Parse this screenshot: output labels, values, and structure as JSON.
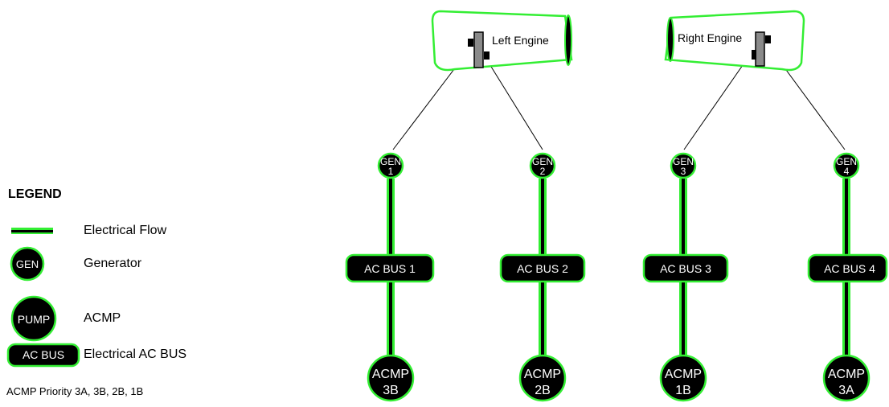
{
  "legend": {
    "title": "LEGEND",
    "flow_label": "Electrical Flow",
    "gen_symbol": "GEN",
    "gen_label": "Generator",
    "pump_symbol": "PUMP",
    "pump_label": "ACMP",
    "bus_symbol": "AC BUS",
    "bus_label": "Electrical AC BUS",
    "priority": "ACMP Priority  3A, 3B, 2B, 1B"
  },
  "engines": {
    "left": "Left Engine",
    "right": "Right Engine"
  },
  "generators": [
    {
      "line1": "GEN",
      "line2": "1"
    },
    {
      "line1": "GEN",
      "line2": "2"
    },
    {
      "line1": "GEN",
      "line2": "3"
    },
    {
      "line1": "GEN",
      "line2": "4"
    }
  ],
  "buses": [
    "AC BUS 1",
    "AC BUS 2",
    "AC BUS 3",
    "AC BUS 4"
  ],
  "acmps": [
    {
      "line1": "ACMP",
      "line2": "3B"
    },
    {
      "line1": "ACMP",
      "line2": "2B"
    },
    {
      "line1": "ACMP",
      "line2": "1B"
    },
    {
      "line1": "ACMP",
      "line2": "3A"
    }
  ],
  "colors": {
    "flow_green": "#33ee33",
    "node_fill": "#000000",
    "engine_gray": "#8a8a8a"
  }
}
